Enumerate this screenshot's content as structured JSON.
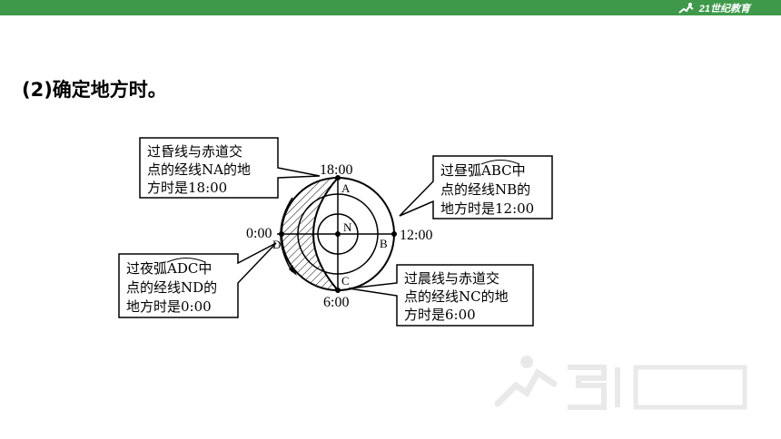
{
  "heading": "(2)确定地方时。",
  "brand": {
    "text": "21世纪教育",
    "color": "#3e9a4a"
  },
  "diagram": {
    "center_label": "N",
    "points": {
      "A": "A",
      "B": "B",
      "C": "C",
      "D": "D"
    },
    "times": {
      "top": "18:00",
      "right": "12:00",
      "bottom": "6:00",
      "left": "0:00"
    },
    "callouts": {
      "na": [
        "过昏线与赤道交",
        "点的经线NA的地",
        "方时是18:00"
      ],
      "nb": {
        "prefix": "过昼弧",
        "arc": "ABC",
        "suffix": "中",
        "lines": [
          "点的经线NB的",
          "地方时是12:00"
        ]
      },
      "nd": {
        "prefix": "过夜弧",
        "arc": "ADC",
        "suffix": "中",
        "lines": [
          "点的经线ND的",
          "地方时是0:00"
        ]
      },
      "nc": [
        "过晨线与赤道交",
        "点的经线NC的地",
        "方时是6:00"
      ]
    }
  }
}
